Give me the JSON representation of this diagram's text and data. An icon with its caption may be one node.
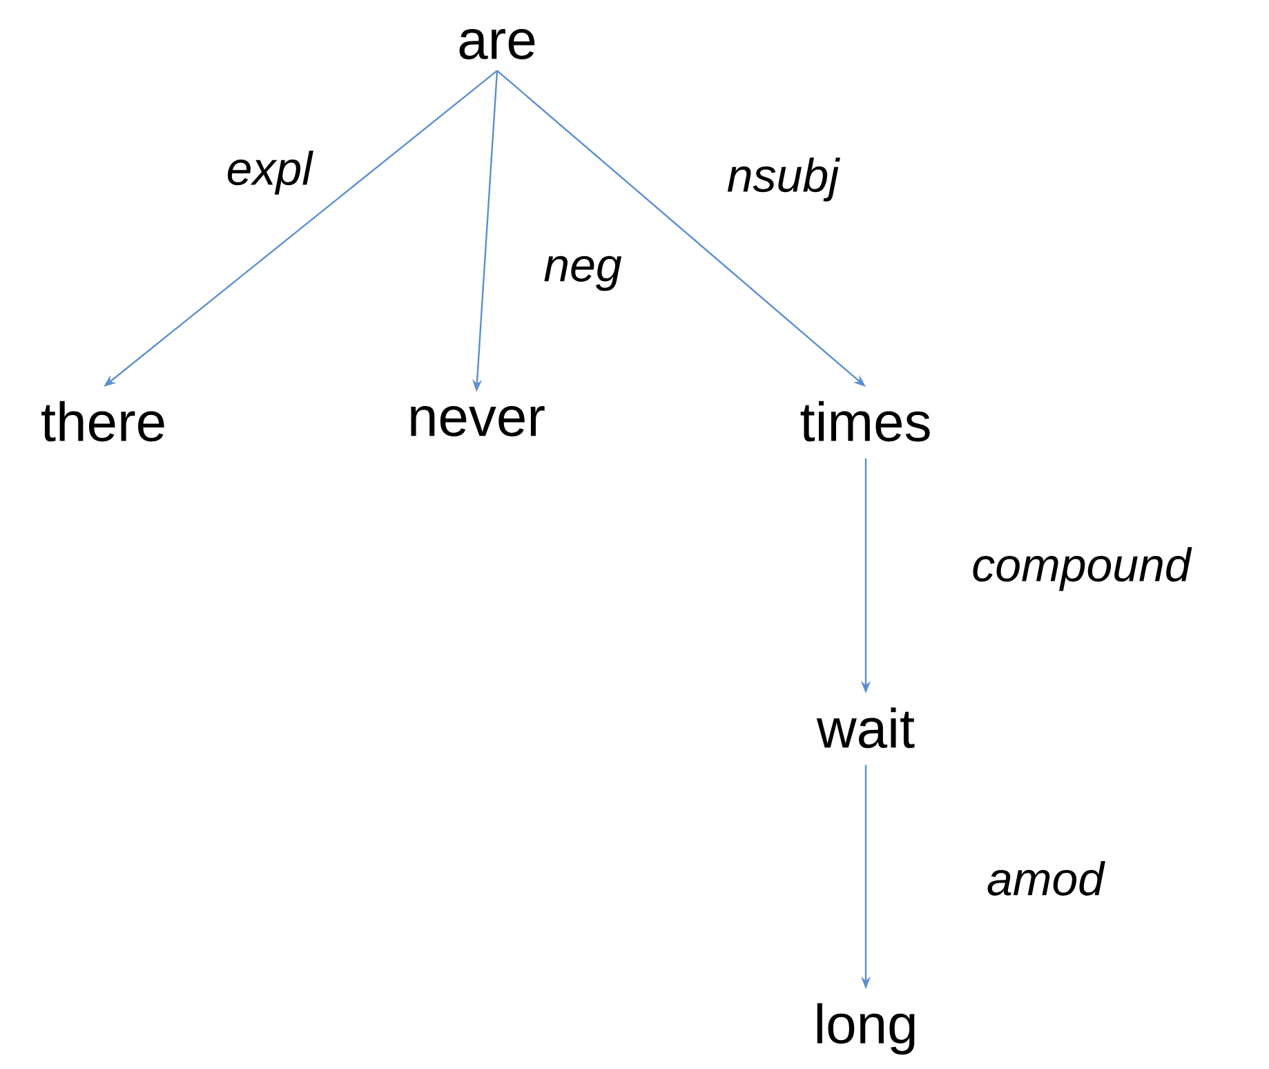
{
  "diagram": {
    "nodes": [
      {
        "text": [
          "are"
        ]
      },
      {
        "text": [
          "there"
        ]
      },
      {
        "text": [
          "never"
        ]
      },
      {
        "text": [
          "times"
        ]
      },
      {
        "text": [
          "wait"
        ]
      },
      {
        "text": [
          "long"
        ]
      }
    ],
    "edges": [
      {
        "from": 0,
        "to": 1,
        "arrow": "to",
        "label": "expl"
      },
      {
        "from": 0,
        "to": 2,
        "arrow": "to",
        "label": "neg"
      },
      {
        "from": 0,
        "to": 3,
        "arrow": "to",
        "label": "nsubj"
      },
      {
        "from": 3,
        "to": 4,
        "arrow": "to",
        "label": "compound"
      },
      {
        "from": 4,
        "to": 5,
        "arrow": "to",
        "label": "amod"
      }
    ]
  }
}
